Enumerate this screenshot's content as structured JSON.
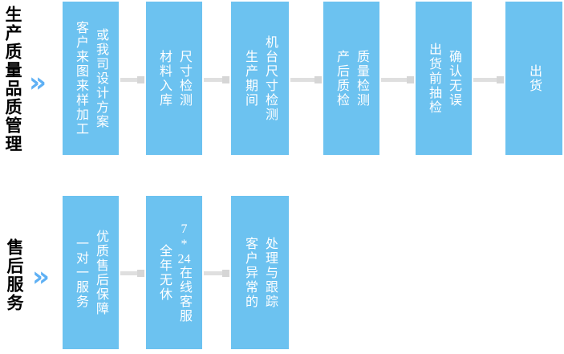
{
  "colors": {
    "box_fill": "#6CC2F0",
    "box_text": "#FFFFFF",
    "chevron": "#5EB0F4",
    "arrow_bar": "#DFDFDF",
    "arrow_head": "#D6D6D6",
    "label_text": "#000000",
    "background": "#FFFFFF"
  },
  "icons": {
    "row_marker": "double-chevron-right-icon",
    "connector": "flow-arrow-icon"
  },
  "rows": [
    {
      "id": "production-quality-management",
      "label": "生产质量品质管理",
      "chevron_glyph": "»",
      "steps": [
        {
          "columns": [
            "客户来图来样加工",
            "或我司设计方案"
          ]
        },
        {
          "columns": [
            "材料入库",
            "尺寸检测"
          ]
        },
        {
          "columns": [
            "生产期间",
            "机台尺寸检测"
          ]
        },
        {
          "columns": [
            "产后质检",
            "质量检测"
          ]
        },
        {
          "columns": [
            "出货前抽检",
            "确认无误"
          ]
        },
        {
          "columns": [
            "出货"
          ]
        }
      ]
    },
    {
      "id": "after-sales-service",
      "label": "售后服务",
      "chevron_glyph": "»",
      "steps": [
        {
          "columns": [
            "一对一服务",
            "优质售后保障"
          ]
        },
        {
          "columns": [
            "全年无休",
            [
              "7",
              "*",
              "24",
              "在",
              "线",
              "客",
              "服"
            ]
          ]
        },
        {
          "columns": [
            "客户异常的",
            "处理与跟踪"
          ]
        }
      ]
    }
  ]
}
